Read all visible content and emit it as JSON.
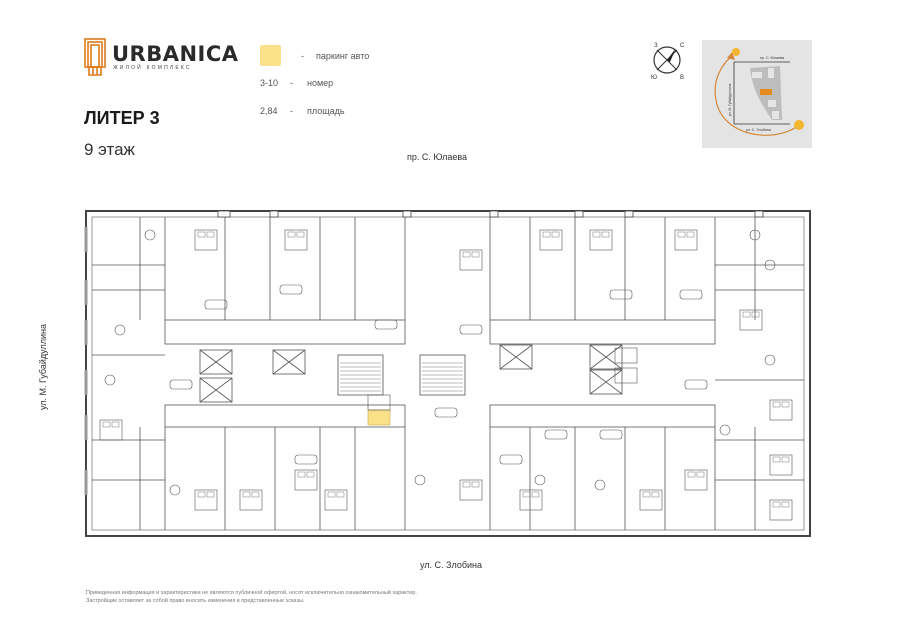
{
  "logo": {
    "name": "URBANICA",
    "tagline": "ЖИЛОЙ КОМПЛЕКС"
  },
  "header": {
    "building": "ЛИТЕР 3",
    "floor": "9 этаж"
  },
  "legend": [
    {
      "key": "",
      "label": "паркинг авто",
      "color": "#fbe08a"
    },
    {
      "key": "3-10",
      "label": "номер"
    },
    {
      "key": "2,84",
      "label": "площадь"
    }
  ],
  "legend_dash": "-",
  "streets": {
    "north": "пр. С. Юлаева",
    "south": "ул. С. Злобина",
    "west": "ул. М. Губайдуллина"
  },
  "minimap": {
    "north": "пр. С. Юлаева",
    "south": "ул. С. Злобина",
    "west": "ул. М. Губайдуллина",
    "highlight_color": "#e58a1f"
  },
  "compass": {
    "letters": [
      "С",
      "В",
      "Ю",
      "З"
    ]
  },
  "disclaimer": [
    "Приведенная информация и характеристики не являются публичной офертой, носят исключительно ознакомительный характер.",
    "Застройщик оставляет за собой право вносить изменения в представленные эскизы."
  ]
}
